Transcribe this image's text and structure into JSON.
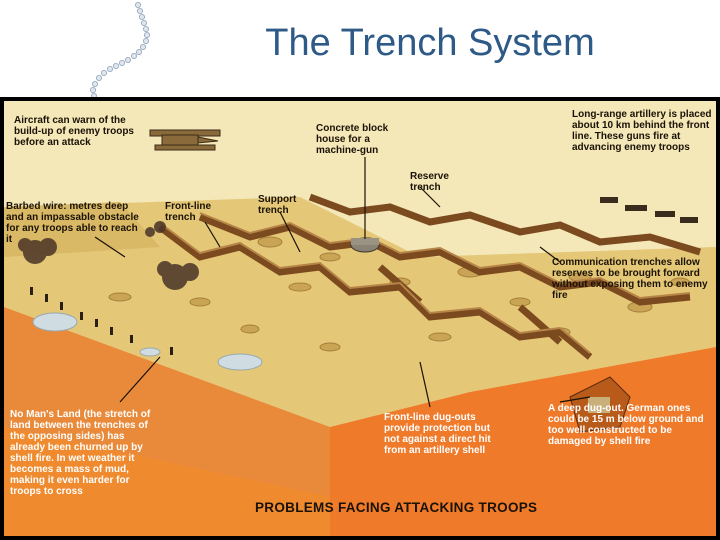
{
  "slide": {
    "title": "The Trench System"
  },
  "diagram": {
    "banner": "PROBLEMS FACING ATTACKING TROOPS",
    "labels": {
      "aircraft": "Aircraft can warn of the build-up of enemy troops before an attack",
      "concrete": "Concrete block house for a machine-gun",
      "artillery": "Long-range artillery is placed about 10 km behind the front line. These guns fire at advancing enemy troops",
      "reserve": "Reserve trench",
      "support": "Support trench",
      "frontline": "Front-line trench",
      "barbed": "Barbed wire: metres deep and an impassable obstacle for any troops able to reach it",
      "communication": "Communication trenches allow reserves to be brought forward without exposing them to enemy fire",
      "nomansland": "No Man's Land (the stretch of land between the trenches of the opposing sides) has already been churned up by shell fire. In wet weather it becomes a mass of mud, making it even harder for troops to cross",
      "dugouts": "Front-line dug-outs provide protection but not against a direct hit from an artillery shell",
      "deepdugout": "A deep dug-out. German ones could be 15 m below ground and too well constructed to be damaged by shell fire"
    }
  },
  "colors": {
    "title": "#2e5a87",
    "sky": "#f4e7b8",
    "ground_top": "#e4c777",
    "ground_face": "#e98a3a",
    "ground_deep": "#ef7a2a",
    "trench": "#7b4a1f",
    "crater": "#c9a455",
    "water": "#cfdde3",
    "smoke": "#4a3426"
  }
}
